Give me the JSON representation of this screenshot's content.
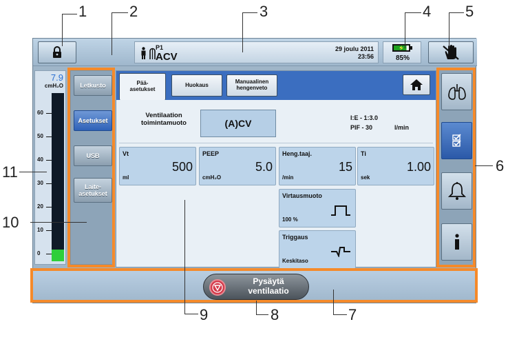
{
  "callouts": {
    "c1": "1",
    "c2": "2",
    "c3": "3",
    "c4": "4",
    "c5": "5",
    "c6": "6",
    "c7": "7",
    "c8": "8",
    "c9": "9",
    "c10": "10",
    "c11": "11"
  },
  "header": {
    "lock_icon": "lock-icon",
    "patient_id": "P1",
    "mode": "ACV",
    "date": "29 joulu 2011",
    "time": "23:56",
    "battery_percent": "85%",
    "battery_level": 0.85,
    "hand_icon": "hand-icon"
  },
  "gauge": {
    "value": "7.9",
    "unit": "cmH₂O",
    "ticks": [
      "60",
      "50",
      "40",
      "30",
      "20",
      "10",
      "0"
    ],
    "level_fraction": 0.07
  },
  "left_nav": {
    "items": [
      "Letkusto",
      "Asetukset",
      "USB",
      "Laite-\nasetukset"
    ],
    "active": "Asetukset"
  },
  "tabs": {
    "t1": "Pää-\nasetukset",
    "t2": "Huokaus",
    "t3": "Manuaalinen\nhengenveto",
    "home_icon": "home-icon"
  },
  "mode_section": {
    "label": "Ventilaation\ntoimintamuoto",
    "value": "(A)CV",
    "ie": "I:E - 1:3.0",
    "pif": "PIF - 30",
    "pif_unit": "l/min"
  },
  "params": {
    "vt": {
      "name": "Vt",
      "value": "500",
      "unit": "ml"
    },
    "peep": {
      "name": "PEEP",
      "value": "5.0",
      "unit": "cmH₂O"
    },
    "rate": {
      "name": "Heng.taaj.",
      "value": "15",
      "unit": "/min"
    },
    "ti": {
      "name": "Ti",
      "value": "1.00",
      "unit": "sek"
    },
    "flow": {
      "name": "Virtausmuoto",
      "value": "100 %"
    },
    "trig": {
      "name": "Triggaus",
      "value": "Keskitaso"
    }
  },
  "right_nav": {
    "icons": [
      "lungs-icon",
      "checklist-icon",
      "bell-icon",
      "info-icon"
    ],
    "active": "checklist-icon"
  },
  "bottom": {
    "stop_label": "Pysäytä\nventilaatio",
    "stop_icon": "stop-icon"
  },
  "colors": {
    "highlight": "#f58a2a",
    "active_blue": "#3b6ec0",
    "gauge_green": "#2fcf3a"
  }
}
